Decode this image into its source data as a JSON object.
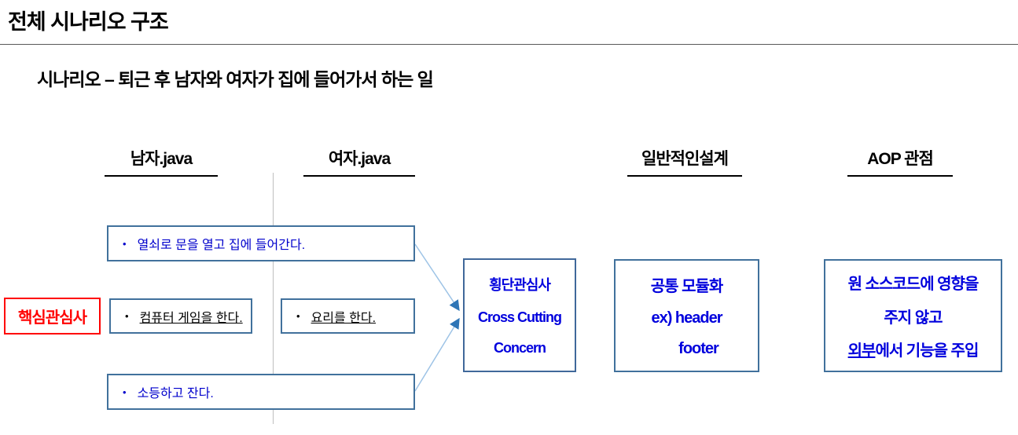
{
  "slide": {
    "title": "전체 시나리오 구조",
    "subtitle": "시나리오 – 퇴근 후 남자와 여자가 집에 들어가서 하는 일"
  },
  "columns": [
    {
      "label": "남자.java"
    },
    {
      "label": "여자.java"
    },
    {
      "label": "일반적인설계"
    },
    {
      "label": "AOP 관점"
    }
  ],
  "core_concern_label": "핵심관심사",
  "scenario": {
    "bullet": "•",
    "enter_home": "열쇠로 문을 열고 집에 들어간다.",
    "man_task": "컴퓨터 게임을 한다.",
    "woman_task": "요리를 한다.",
    "sleep": "소등하고 잔다."
  },
  "cross_cutting_box": {
    "line1": "횡단관심사",
    "line2": "Cross Cutting",
    "line3": "Concern"
  },
  "common_module_box": {
    "line1": "공통 모듈화",
    "line2": "ex) header",
    "line3": "footer"
  },
  "aop_box": {
    "line1": "원 소스코드에 영향을",
    "line2": "주지 않고",
    "line3_underlined": "외부",
    "line3_rest": "에서 기능을 주입"
  },
  "colors": {
    "box_border": "#41719C",
    "cross_box_border": "#40689A",
    "blue_item_text": "#0000CC",
    "concept_blue_text": "#0000DD",
    "core_concern_red": "#FF0000",
    "arrow_line": "#9DC3E6",
    "arrow_head": "#2E75B6",
    "divider_gray": "#BFBFBF",
    "rule_gray": "#595959"
  }
}
